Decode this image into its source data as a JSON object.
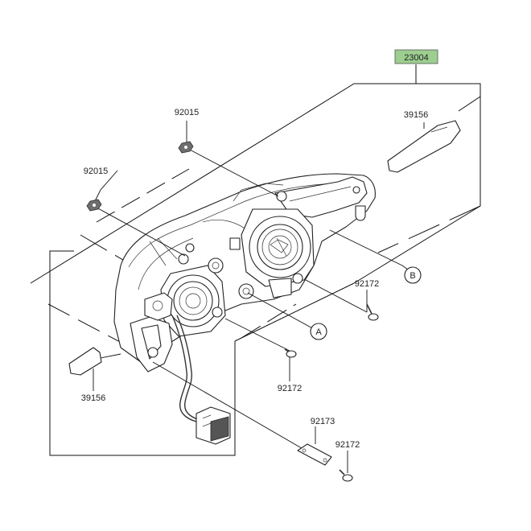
{
  "assembly": {
    "number": "23004",
    "badge_color": "#9ccf8f"
  },
  "callouts": {
    "bolt_top": "92015",
    "bolt_left": "92015",
    "cover_right": "39156",
    "cover_left": "39156",
    "screw_right": "92172",
    "screw_center": "92172",
    "bracket": "92173",
    "screw_bottom": "92172",
    "ref_a": "A",
    "ref_b": "B"
  }
}
